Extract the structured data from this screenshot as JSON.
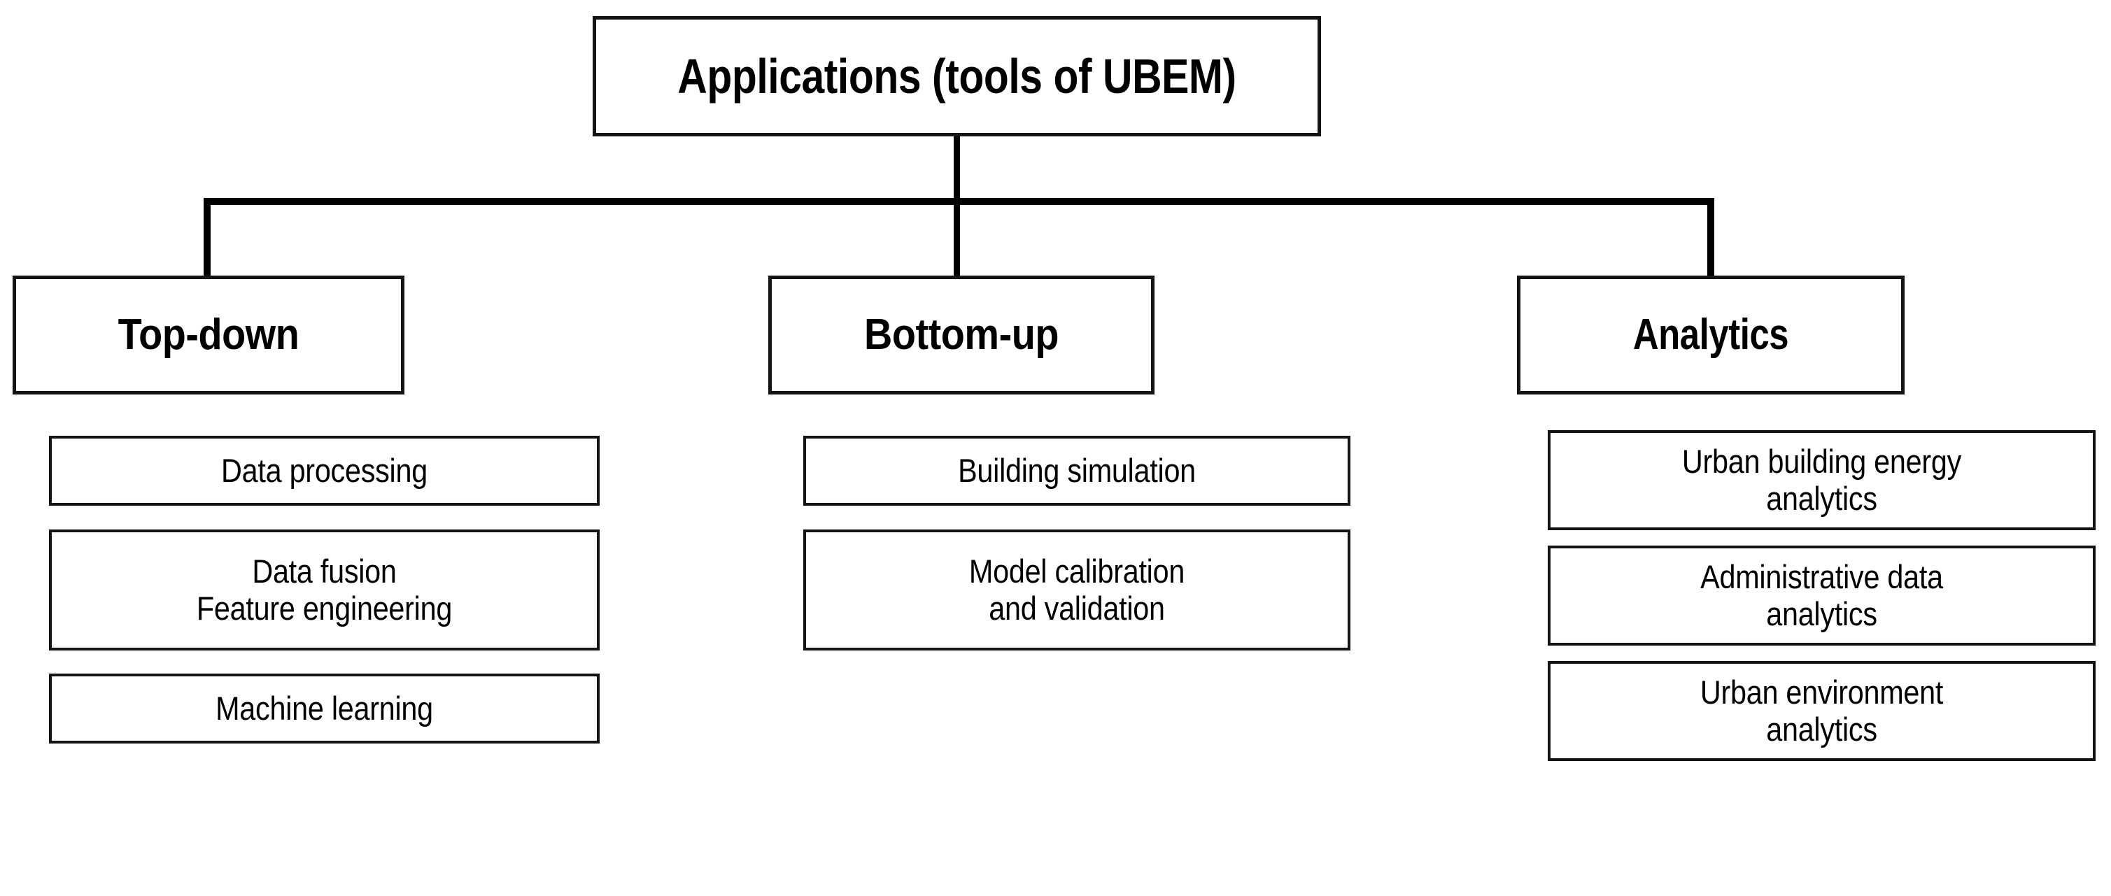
{
  "diagram": {
    "title": "Applications (tools of UBEM)",
    "root": {
      "label": "Applications (tools of UBEM)"
    },
    "branches": [
      {
        "label": "Top-down",
        "children": [
          {
            "label": "Data processing"
          },
          {
            "label": "Data fusion\nFeature engineering"
          },
          {
            "label": "Machine learning"
          }
        ]
      },
      {
        "label": "Bottom-up",
        "children": [
          {
            "label": "Building simulation"
          },
          {
            "label": "Model calibration\nand validation"
          }
        ]
      },
      {
        "label": "Analytics",
        "children": [
          {
            "label": "Urban building energy\nanalytics"
          },
          {
            "label": "Administrative data\nanalytics"
          },
          {
            "label": "Urban environment\nanalytics"
          }
        ]
      }
    ],
    "style": {
      "background_color": "#ffffff",
      "box_fill_color": "#ffffff",
      "box_border_color": "#141414",
      "connector_color": "#000000",
      "text_color": "#000000"
    }
  }
}
